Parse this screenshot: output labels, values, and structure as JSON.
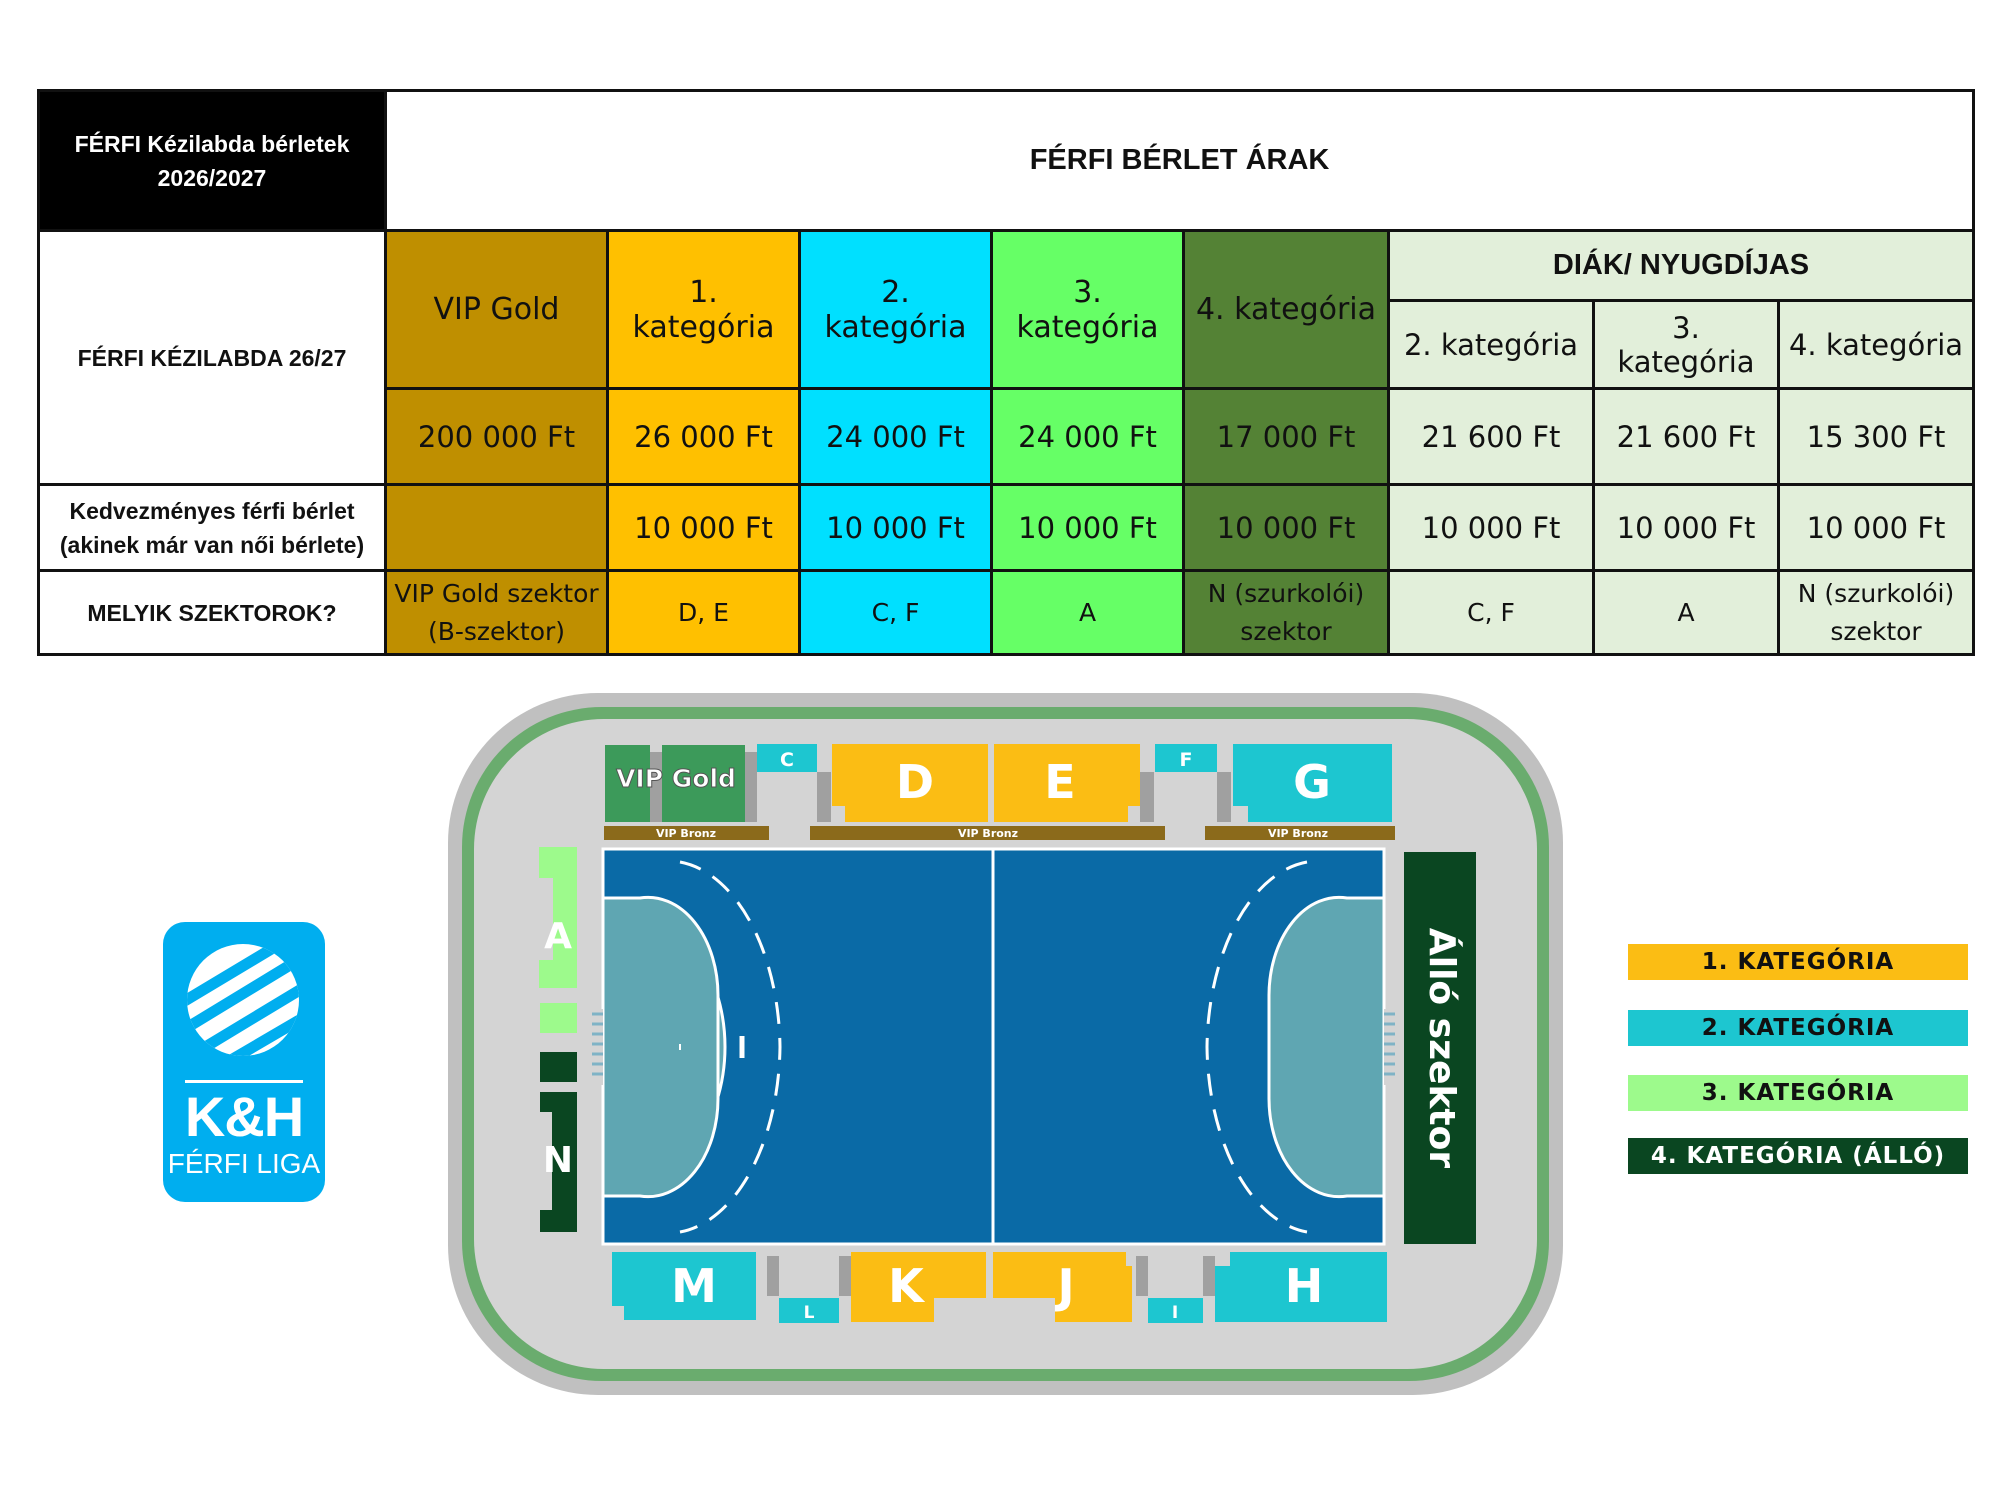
{
  "table": {
    "corner_title": "FÉRFI Kézilabda bérletek",
    "corner_season": "2026/2027",
    "main_header": "FÉRFI BÉRLET ÁRAK",
    "row_label_main": "FÉRFI KÉZILABDA 26/27",
    "discount_label_1": "Kedvezményes férfi bérlet",
    "discount_label_2": "(akinek már van női bérlete)",
    "sectors_label": "MELYIK SZEKTOROK?",
    "student_header": "DIÁK/ NYUGDÍJAS",
    "categories": [
      "VIP Gold",
      "1. kategória",
      "2. kategória",
      "3. kategória",
      "4. kategória"
    ],
    "student_categories": [
      "2. kategória",
      "3. kategória",
      "4. kategória"
    ],
    "prices": [
      "200 000 Ft",
      "26 000 Ft",
      "24 000 Ft",
      "24 000 Ft",
      "17 000 Ft",
      "21 600 Ft",
      "21 600 Ft",
      "15 300 Ft"
    ],
    "discount_prices": [
      "",
      "10 000 Ft",
      "10 000 Ft",
      "10 000 Ft",
      "10 000 Ft",
      "10 000 Ft",
      "10 000 Ft",
      "10 000 Ft"
    ],
    "sectors": [
      [
        "VIP Gold szektor",
        "(B-szektor)"
      ],
      [
        "D, E"
      ],
      [
        "C, F"
      ],
      [
        "A"
      ],
      [
        "N (szurkolói)",
        "szektor"
      ],
      [
        "C, F"
      ],
      [
        "A"
      ],
      [
        "N (szurkolói)",
        "szektor"
      ]
    ]
  },
  "arena": {
    "sectors_top": [
      "VIP Gold",
      "C",
      "D",
      "E",
      "F",
      "G"
    ],
    "vip_bronz": [
      "VIP Bronz",
      "VIP Bronz",
      "VIP Bronz"
    ],
    "sectors_left": [
      "A",
      "N"
    ],
    "standing": "Álló szektor",
    "sectors_bottom": [
      "M",
      "L",
      "K",
      "J",
      "I",
      "H"
    ]
  },
  "logo": {
    "line1": "K&H",
    "line2": "FÉRFI LIGA"
  },
  "legend": [
    {
      "label": "1. KATEGÓRIA",
      "color": "#fbbd14",
      "text_color": "#111111"
    },
    {
      "label": "2. KATEGÓRIA",
      "color": "#1dc6d0",
      "text_color": "#111111"
    },
    {
      "label": "3. KATEGÓRIA",
      "color": "#9dfa8c",
      "text_color": "#111111"
    },
    {
      "label": "4. KATEGÓRIA (ÁLLÓ)",
      "color": "#0a4621",
      "text_color": "#ffffff"
    }
  ],
  "colors": {
    "vip_gold": "#bf8f00",
    "kat1": "#ffc000",
    "kat2": "#00e0ff",
    "kat3": "#66ff66",
    "kat4": "#548235",
    "student": "#e2efda",
    "court": "#0a6aa6",
    "goal_area": "#5fa6b2",
    "arena_ring": "#6aac6e"
  }
}
